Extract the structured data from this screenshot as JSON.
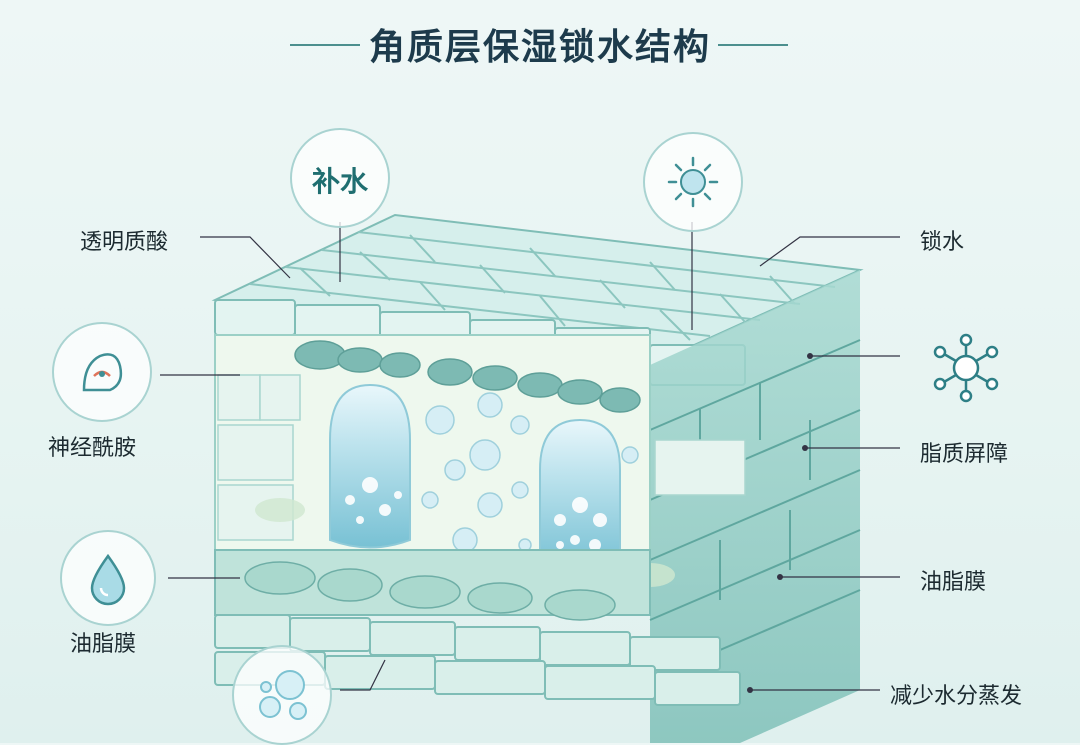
{
  "title": "角质层保湿锁水结构",
  "labels": {
    "hyaluronic": "透明质酸",
    "ceramide": "神经酰胺",
    "sebum_left": "油脂膜",
    "lock_water": "锁水",
    "lipid_barrier": "脂质屏障",
    "sebum_right": "油脂膜",
    "reduce_evap": "减少水分蒸发"
  },
  "circle_text": {
    "hydrate": "补水"
  },
  "icons": [
    "ceramide-icon",
    "water-drop-icon",
    "bubbles-icon",
    "sun-icon",
    "molecule-icon"
  ],
  "colors": {
    "title": "#1d3b4c",
    "accent": "#4c8f8e",
    "brick_top": "#d9f1ee",
    "brick_side": "#8dc9c2",
    "water": "#a9dbe6"
  }
}
